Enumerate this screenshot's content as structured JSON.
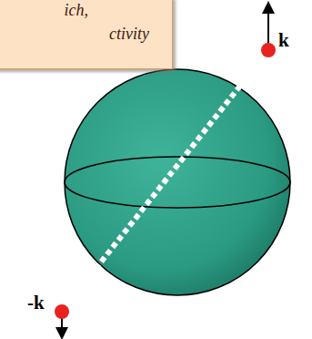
{
  "diagram": {
    "nodes": [
      {
        "text": [
          "ich,",
          "ctivity"
        ]
      }
    ],
    "labels": [
      "k",
      "-k"
    ]
  }
}
